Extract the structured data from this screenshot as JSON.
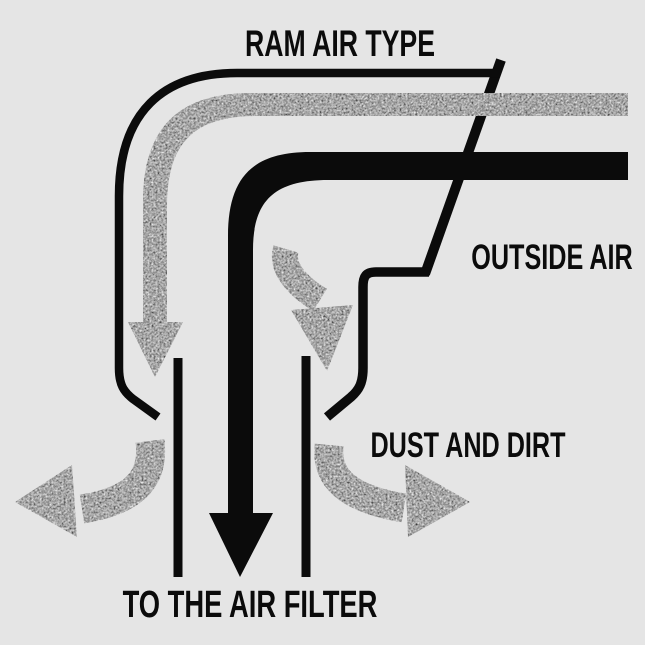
{
  "diagram": {
    "title": "RAM AIR TYPE",
    "labels": {
      "outside_air": "OUTSIDE AIR",
      "dust_and_dirt": "DUST AND DIRT",
      "to_the_air_filter": "TO THE AIR FILTER"
    },
    "flows": [
      {
        "name": "outside-air-flow-arrow",
        "style": "speckled",
        "meaning": "outside air entering ram duct and flowing down"
      },
      {
        "name": "swirl-air-arrow",
        "style": "speckled",
        "meaning": "air curving down inside duct toward separator"
      },
      {
        "name": "main-airflow-arrow",
        "style": "solid-black",
        "meaning": "clean air flowing down to the air filter"
      },
      {
        "name": "dust-arrow-left",
        "style": "speckled",
        "meaning": "dust and dirt flung out left of filter tube"
      },
      {
        "name": "dust-arrow-right",
        "style": "speckled",
        "meaning": "dust and dirt flung out right of filter tube"
      }
    ],
    "colors": {
      "background": "#e5e5e5",
      "ink": "#0b0b0b",
      "speckle_base": "#8a8a8a"
    }
  }
}
